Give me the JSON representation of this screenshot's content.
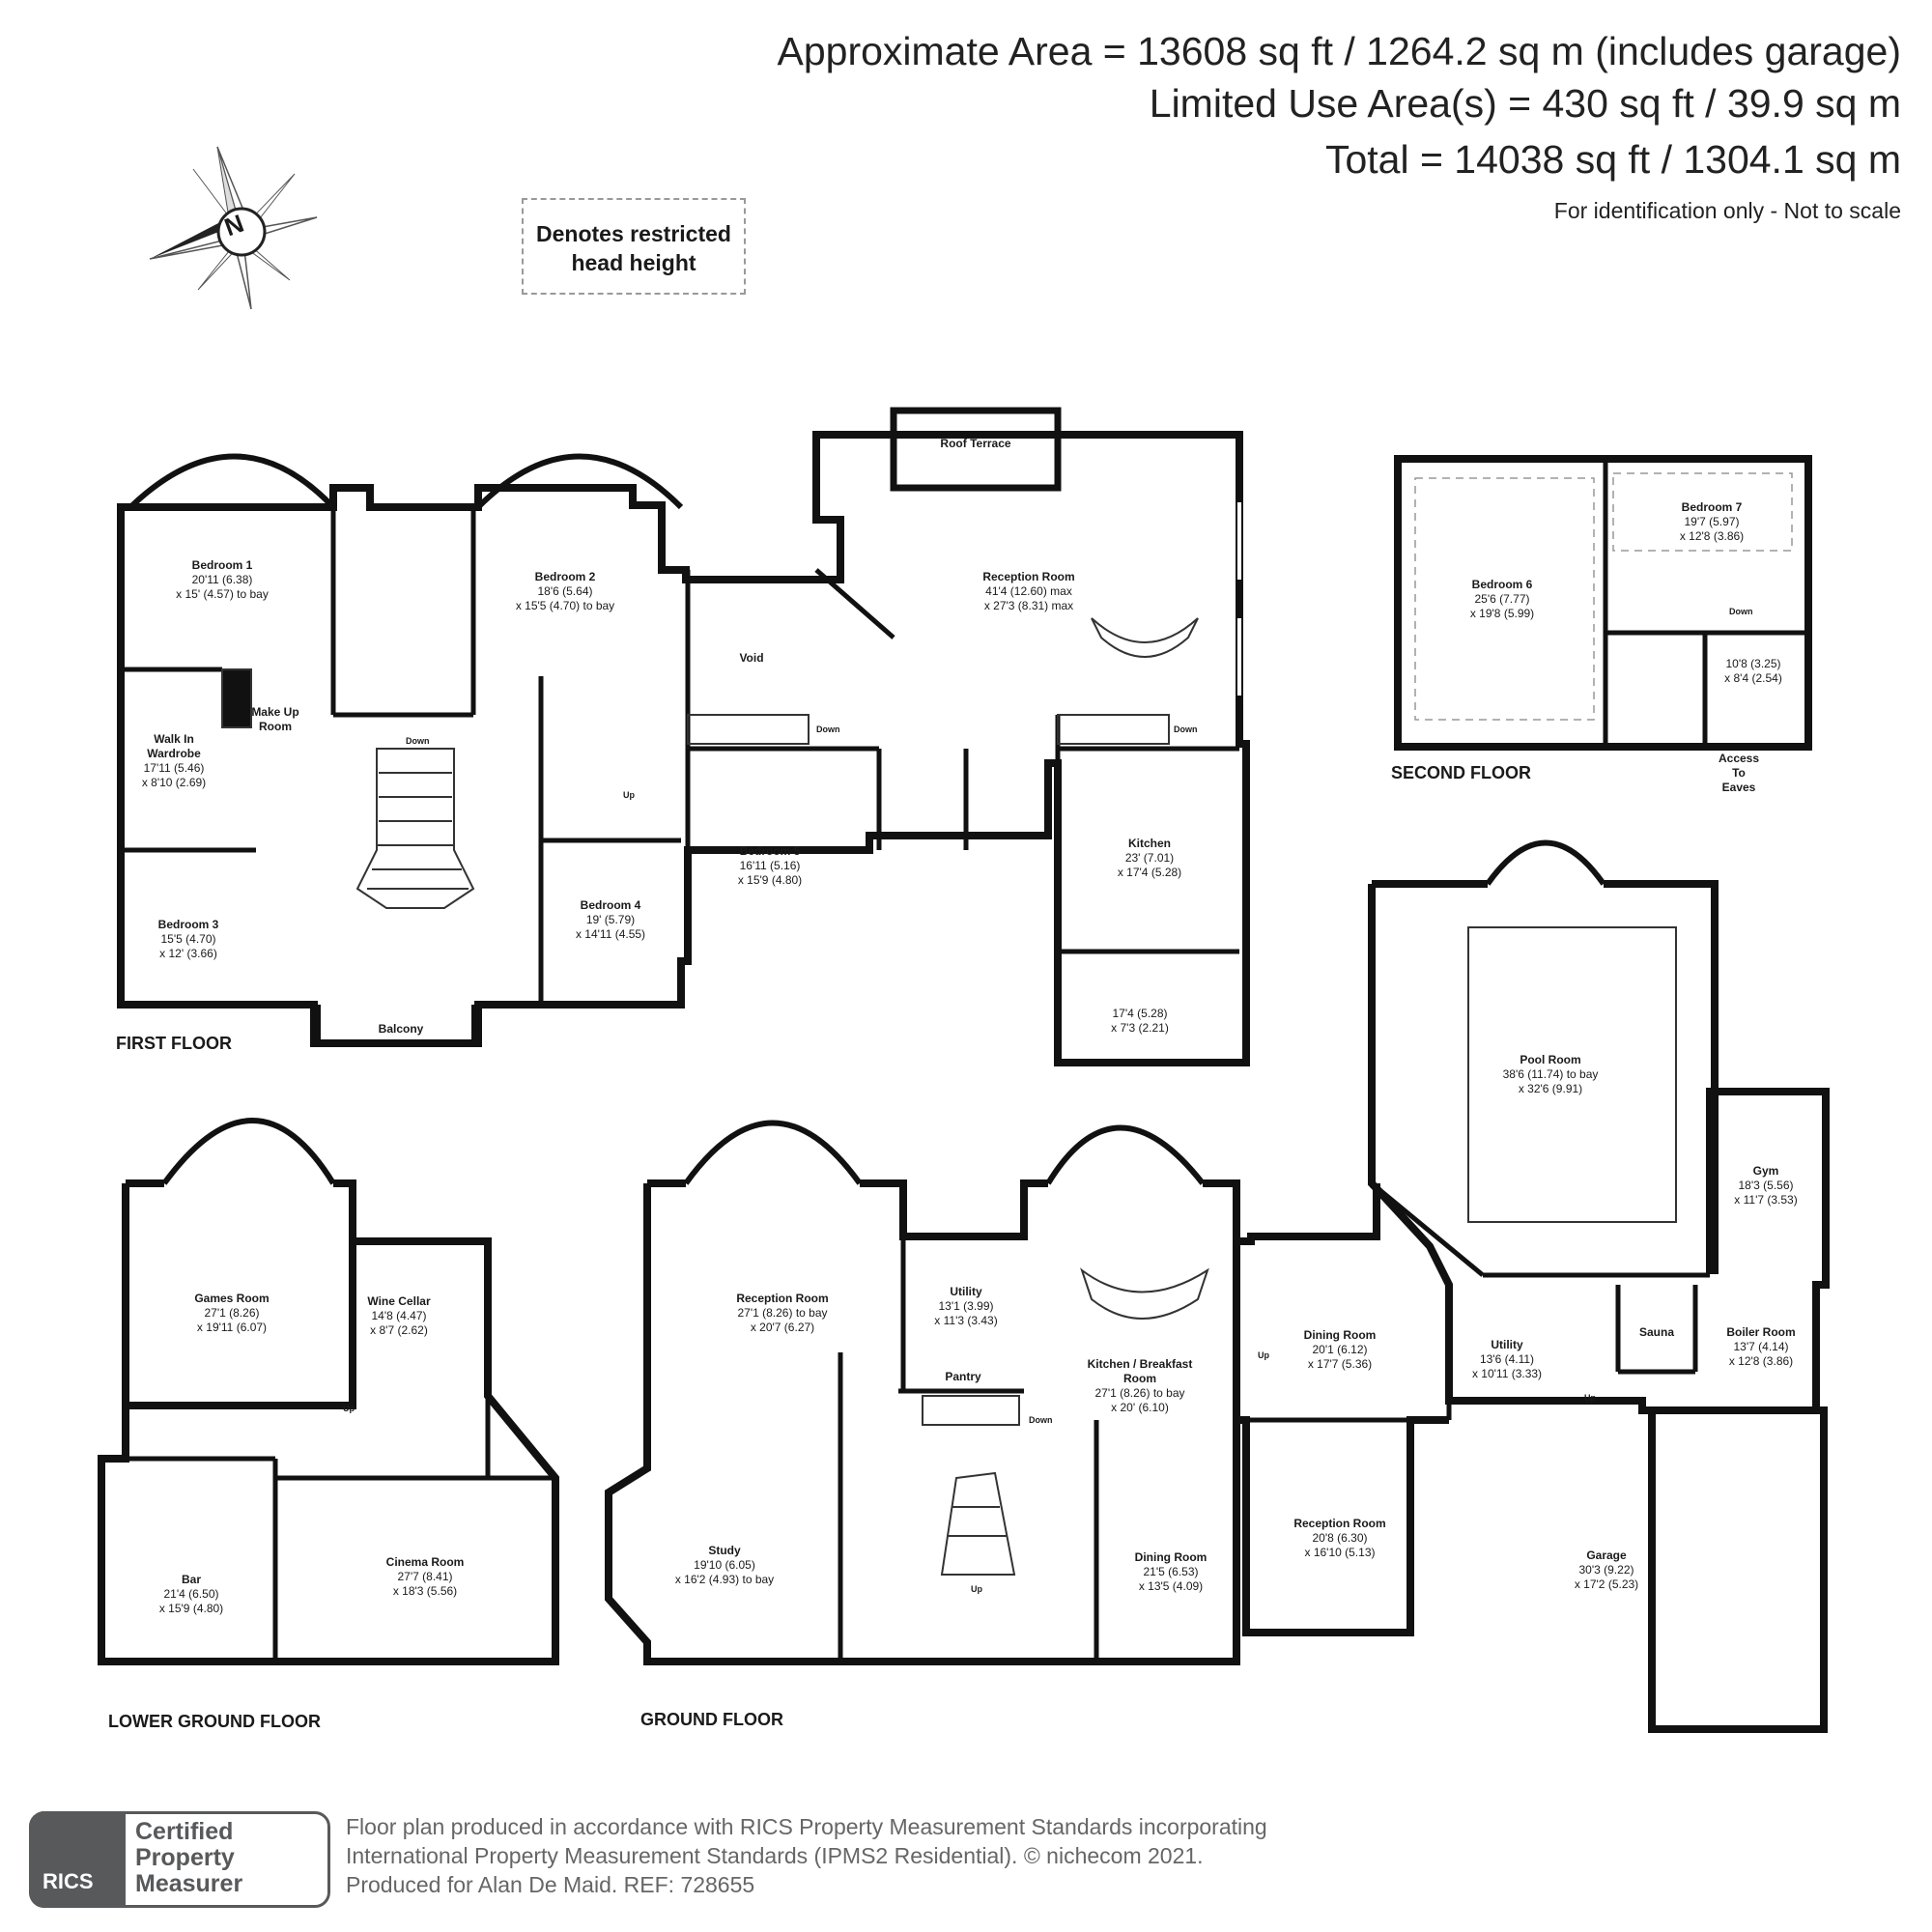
{
  "header": {
    "area": "Approximate Area = 13608 sq ft / 1264.2 sq m (includes garage)",
    "limited": "Limited Use Area(s) = 430 sq ft / 39.9 sq m",
    "total": "Total = 14038 sq ft / 1304.1 sq m",
    "note": "For identification only - Not to scale"
  },
  "legend": {
    "line1": "Denotes restricted",
    "line2": "head height"
  },
  "compass": {
    "letter": "N"
  },
  "floors": {
    "first": "FIRST FLOOR",
    "second": "SECOND FLOOR",
    "lower_ground": "LOWER GROUND FLOOR",
    "ground": "GROUND FLOOR"
  },
  "rooms": {
    "bedroom1": {
      "name": "Bedroom 1",
      "d1": "20'11 (6.38)",
      "d2": "x 15' (4.57) to bay"
    },
    "bedroom2": {
      "name": "Bedroom 2",
      "d1": "18'6 (5.64)",
      "d2": "x 15'5 (4.70) to bay"
    },
    "reception_ff": {
      "name": "Reception Room",
      "d1": "41'4 (12.60) max",
      "d2": "x 27'3 (8.31) max"
    },
    "roof_terrace": {
      "name": "Roof Terrace"
    },
    "void": {
      "name": "Void"
    },
    "walkin": {
      "name": "Walk In Wardrobe",
      "d1": "17'11 (5.46)",
      "d2": "x 8'10 (2.69)"
    },
    "makeup": {
      "name": "Make Up Room"
    },
    "bedroom3": {
      "name": "Bedroom 3",
      "d1": "15'5 (4.70)",
      "d2": "x 12' (3.66)"
    },
    "bedroom4": {
      "name": "Bedroom 4",
      "d1": "19' (5.79)",
      "d2": "x 14'11 (4.55)"
    },
    "bedroom5": {
      "name": "Bedroom 5",
      "d1": "16'11 (5.16)",
      "d2": "x 15'9 (4.80)"
    },
    "kitchen_ff": {
      "name": "Kitchen",
      "d1": "23' (7.01)",
      "d2": "x 17'4 (5.28)"
    },
    "ff_room": {
      "d1": "17'4 (5.28)",
      "d2": "x 7'3 (2.21)"
    },
    "balcony": {
      "name": "Balcony"
    },
    "bedroom6": {
      "name": "Bedroom 6",
      "d1": "25'6 (7.77)",
      "d2": "x 19'8 (5.99)"
    },
    "bedroom7": {
      "name": "Bedroom 7",
      "d1": "19'7 (5.97)",
      "d2": "x 12'8 (3.86)"
    },
    "sf_room": {
      "d1": "10'8 (3.25)",
      "d2": "x 8'4 (2.54)"
    },
    "access": {
      "l1": "Access",
      "l2": "To",
      "l3": "Eaves"
    },
    "pool": {
      "name": "Pool Room",
      "d1": "38'6 (11.74) to bay",
      "d2": "x 32'6 (9.91)"
    },
    "gym": {
      "name": "Gym",
      "d1": "18'3 (5.56)",
      "d2": "x 11'7 (3.53)"
    },
    "sauna": {
      "name": "Sauna"
    },
    "boiler": {
      "name": "Boiler Room",
      "d1": "13'7 (4.14)",
      "d2": "x 12'8 (3.86)"
    },
    "utility_g2": {
      "name": "Utility",
      "d1": "13'6 (4.11)",
      "d2": "x 10'11 (3.33)"
    },
    "garage": {
      "name": "Garage",
      "d1": "30'3 (9.22)",
      "d2": "x 17'2 (5.23)"
    },
    "games": {
      "name": "Games Room",
      "d1": "27'1 (8.26)",
      "d2": "x 19'11 (6.07)"
    },
    "wine": {
      "name": "Wine Cellar",
      "d1": "14'8 (4.47)",
      "d2": "x 8'7 (2.62)"
    },
    "bar": {
      "name": "Bar",
      "d1": "21'4 (6.50)",
      "d2": "x 15'9 (4.80)"
    },
    "cinema": {
      "name": "Cinema Room",
      "d1": "27'7 (8.41)",
      "d2": "x 18'3 (5.56)"
    },
    "reception_g": {
      "name": "Reception Room",
      "d1": "27'1 (8.26) to bay",
      "d2": "x 20'7 (6.27)"
    },
    "utility_g": {
      "name": "Utility",
      "d1": "13'1 (3.99)",
      "d2": "x 11'3 (3.43)"
    },
    "pantry": {
      "name": "Pantry"
    },
    "kitchen_g": {
      "name": "Kitchen / Breakfast Room",
      "d1": "27'1 (8.26) to bay",
      "d2": "x 20' (6.10)"
    },
    "dining_g": {
      "name": "Dining Room",
      "d1": "20'1 (6.12)",
      "d2": "x 17'7 (5.36)"
    },
    "study": {
      "name": "Study",
      "d1": "19'10 (6.05)",
      "d2": "x 16'2 (4.93) to bay"
    },
    "dining_g2": {
      "name": "Dining Room",
      "d1": "21'5 (6.53)",
      "d2": "x 13'5 (4.09)"
    },
    "reception_g2": {
      "name": "Reception Room",
      "d1": "20'8 (6.30)",
      "d2": "x 16'10 (5.13)"
    }
  },
  "stairs": {
    "down": "Down",
    "up": "Up"
  },
  "footer": {
    "line1": "Floor plan produced in accordance with RICS Property Measurement Standards incorporating",
    "line2": "International Property Measurement Standards (IPMS2 Residential).   © nichecom 2021.",
    "line3": "Produced for Alan De Maid.   REF: 728655",
    "badge1": "Certified",
    "badge2": "Property",
    "badge3": "Measurer",
    "rics": "RICS"
  }
}
